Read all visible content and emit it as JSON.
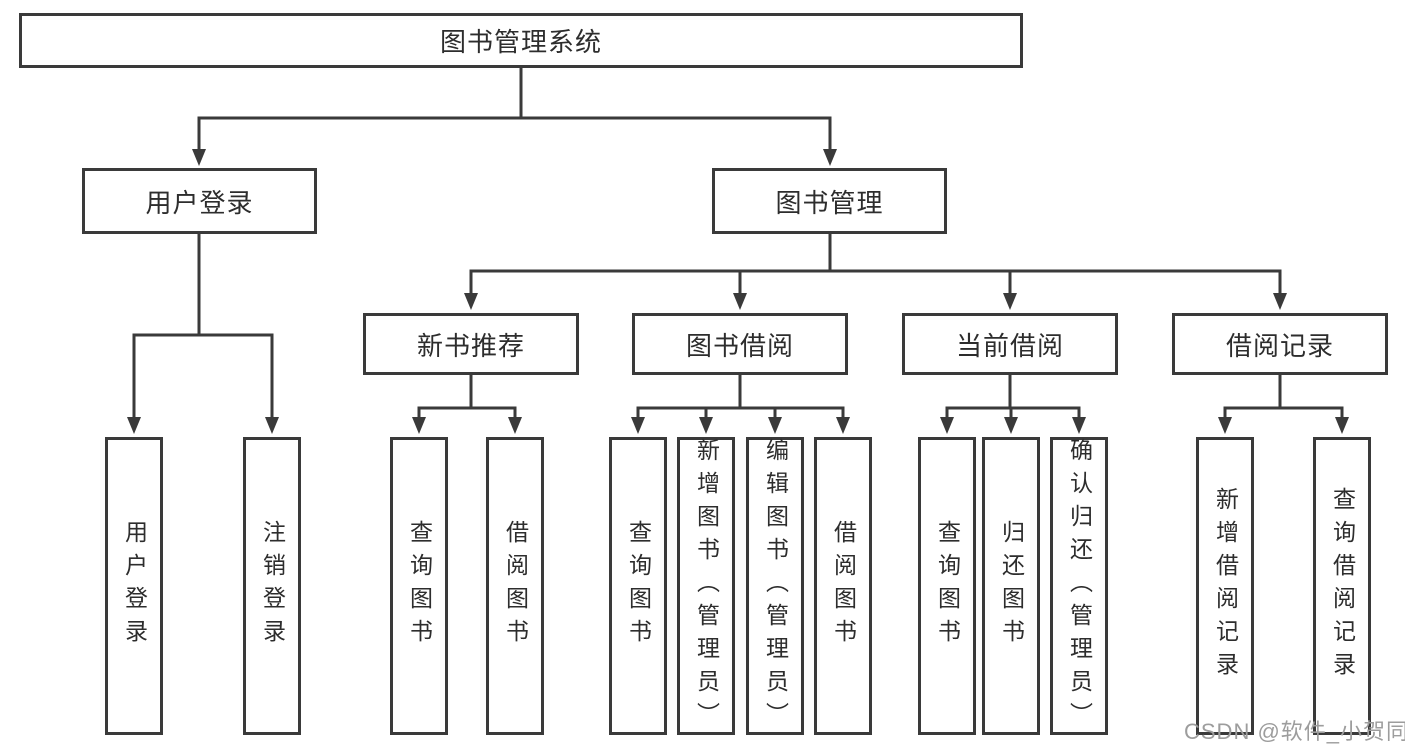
{
  "tree": {
    "root": "图书管理系统",
    "branches": [
      {
        "label": "用户登录",
        "leaves": [
          "用户登录",
          "注销登录"
        ]
      },
      {
        "label": "图书管理",
        "groups": [
          {
            "label": "新书推荐",
            "leaves": [
              "查询图书",
              "借阅图书"
            ]
          },
          {
            "label": "图书借阅",
            "leaves": [
              "查询图书",
              "新增图书（管理员）",
              "编辑图书（管理员）",
              "借阅图书"
            ]
          },
          {
            "label": "当前借阅",
            "leaves": [
              "查询图书",
              "归还图书",
              "确认归还（管理员）"
            ]
          },
          {
            "label": "借阅记录",
            "leaves": [
              "新增借阅记录",
              "查询借阅记录"
            ]
          }
        ]
      }
    ]
  },
  "watermark": "CSDN @软件_小贺同学",
  "colors": {
    "line": "#3a3a3a",
    "text": "#2d2d2d",
    "watermark": "#9d9d9d",
    "background": "#ffffff"
  }
}
